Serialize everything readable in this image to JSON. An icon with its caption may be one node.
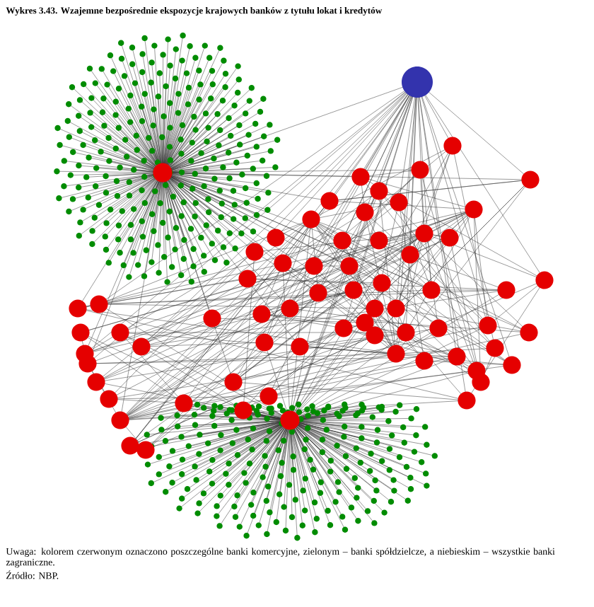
{
  "diagram": {
    "title": "**Wykres 3.43.** Wzajemne bezpośrednie ekspozycje krajowych banków z tytułu lokat i kredytów",
    "caption": "Uwaga: kolorem czerwonym oznaczono poszczególne banki komercyjne, zielonym – banki spółdzielcze, a niebieskim – wszystkie banki zagraniczne.",
    "labels": [
      "Źródło: NBP."
    ]
  }
}
